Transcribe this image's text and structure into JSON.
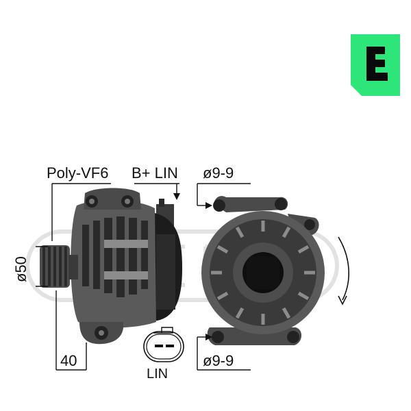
{
  "labels": {
    "belt_type": "Poly-VF6",
    "terminals": "B+ LIN",
    "mount_top": "ø9-9",
    "mount_bottom": "ø9-9",
    "pulley_diameter": "ø50",
    "pulley_offset": "40",
    "connector": "LIN"
  },
  "logo": {
    "brand_color": "#2ee57a",
    "icon": "era-logo-icon"
  },
  "watermark": {
    "color": "#e2e2e2"
  },
  "part_colors": {
    "body": "#5a5a5a",
    "dark": "#262626",
    "light": "#8c8c8c"
  }
}
